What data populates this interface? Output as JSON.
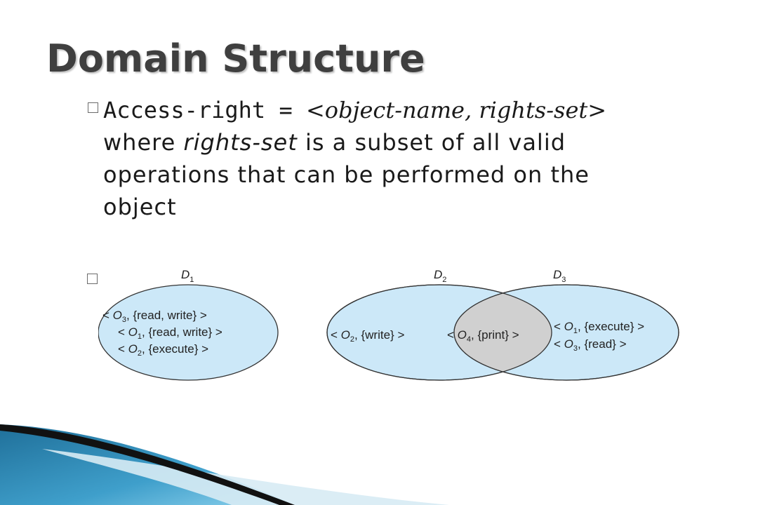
{
  "slide": {
    "title": "Domain Structure",
    "bullet": {
      "line1_prefix": "Access-right = ",
      "line1_object": "<object-name, ",
      "line1_rights": "rights-set",
      "line1_close": ">",
      "line2_where": "where ",
      "line2_rights": "rights-set",
      "line2_rest": " is a subset of all valid",
      "line3": "operations that can be performed on the",
      "line4": "object"
    }
  },
  "diagram": {
    "domains": [
      {
        "label": "D",
        "sub": "1",
        "entries": [
          {
            "obj": "O",
            "sub": "3",
            "rights": "{read, write}"
          },
          {
            "obj": "O",
            "sub": "1",
            "rights": "{read, write}"
          },
          {
            "obj": "O",
            "sub": "2",
            "rights": "{execute}"
          }
        ]
      },
      {
        "label": "D",
        "sub": "2",
        "entries": [
          {
            "obj": "O",
            "sub": "2",
            "rights": "{write}"
          }
        ]
      },
      {
        "label": "D",
        "sub": "3",
        "entries": [
          {
            "obj": "O",
            "sub": "1",
            "rights": "{execute}"
          },
          {
            "obj": "O",
            "sub": "3",
            "rights": "{read}"
          }
        ]
      }
    ],
    "shared": {
      "obj": "O",
      "sub": "4",
      "rights": "{print}"
    },
    "colors": {
      "domain_fill": "#cce8f8",
      "overlap_fill": "#d0d0d0",
      "stroke": "#333333"
    }
  },
  "decor": {
    "colors": {
      "blue_dark": "#1f6f99",
      "blue_light": "#6cc0e3",
      "stripe": "#111111"
    }
  }
}
